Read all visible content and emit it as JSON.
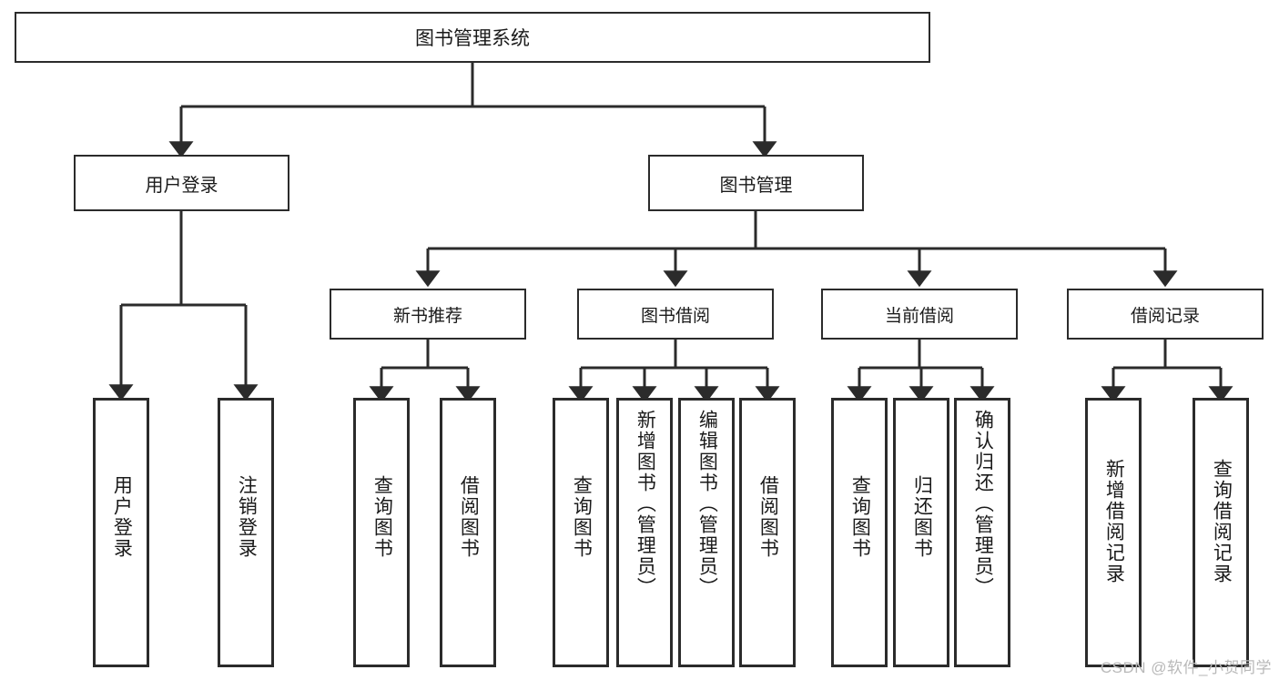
{
  "diagram": {
    "type": "tree-hierarchy",
    "title": "图书管理系统",
    "watermark": "CSDN @软件_小贺同学",
    "colors": {
      "stroke": "#2b2b2b",
      "fill": "#ffffff",
      "text": "#1a1a1a",
      "watermark": "#b9b9b9"
    },
    "nodes": {
      "root": {
        "label": "图书管理系统"
      },
      "level1": [
        {
          "label": "用户登录"
        },
        {
          "label": "图书管理"
        }
      ],
      "level2": [
        {
          "label": "新书推荐"
        },
        {
          "label": "图书借阅"
        },
        {
          "label": "当前借阅"
        },
        {
          "label": "借阅记录"
        }
      ],
      "leaves": {
        "user_login": [
          {
            "label": "用户登录"
          },
          {
            "label": "注销登录"
          }
        ],
        "new_book_recommend": [
          {
            "label": "查询图书"
          },
          {
            "label": "借阅图书"
          }
        ],
        "book_borrow": [
          {
            "label": "查询图书"
          },
          {
            "label": "新增图书（管理员）"
          },
          {
            "label": "编辑图书（管理员）"
          },
          {
            "label": "借阅图书"
          }
        ],
        "current_borrow": [
          {
            "label": "查询图书"
          },
          {
            "label": "归还图书"
          },
          {
            "label": "确认归还（管理员）"
          }
        ],
        "borrow_record": [
          {
            "label": "新增借阅记录"
          },
          {
            "label": "查询借阅记录"
          }
        ]
      }
    }
  }
}
